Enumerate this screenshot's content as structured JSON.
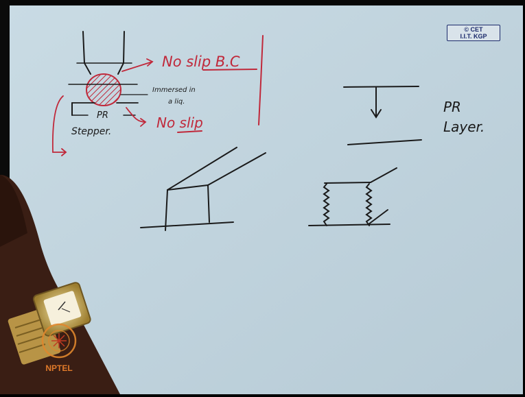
{
  "badge": {
    "line1": "© CET",
    "line2": "I.I.T. KGP"
  },
  "annotations": {
    "no_slip_bc": "No slip B.C",
    "immersed_line1": "Immersed in",
    "immersed_line2": "a liq.",
    "pr": "PR",
    "no_slip": "No slip",
    "stepper": "Stepper.",
    "pr_layer_line1": "PR",
    "pr_layer_line2": "Layer."
  },
  "logo": {
    "text": "NPTEL"
  },
  "colors": {
    "board": "#bfd2dc",
    "ink_black": "#1a1a1a",
    "ink_red": "#c0283a"
  }
}
